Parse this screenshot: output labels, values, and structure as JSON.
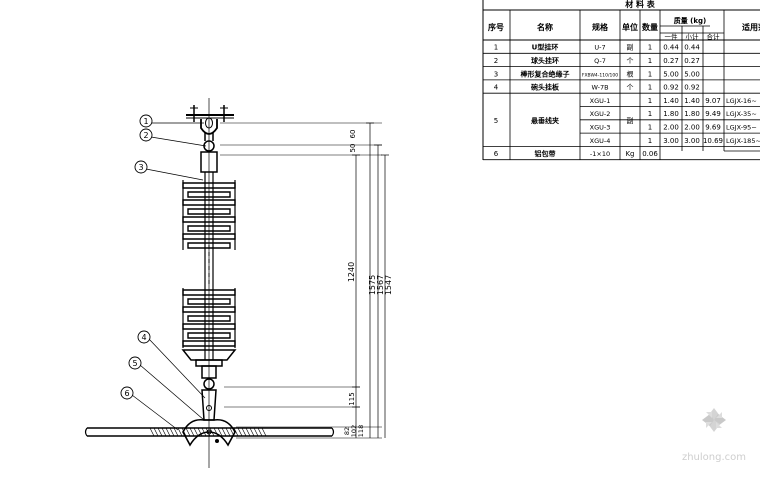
{
  "table": {
    "title": "材 料 表",
    "headers": {
      "seq": "序号",
      "name": "名称",
      "spec": "规格",
      "unit": "单位",
      "qty": "数量",
      "weight": "质量 (kg)",
      "per": "一件",
      "sub": "小计",
      "total": "合计",
      "applicable": "适用范围"
    },
    "rows": [
      {
        "seq": "1",
        "name": "U型挂环",
        "spec": "U-7",
        "unit": "副",
        "qty": "1",
        "per": "0.44",
        "sub": "0.44",
        "total": "",
        "applicable": ""
      },
      {
        "seq": "2",
        "name": "球头挂环",
        "spec": "Q-7",
        "unit": "个",
        "qty": "1",
        "per": "0.27",
        "sub": "0.27",
        "total": "",
        "applicable": ""
      },
      {
        "seq": "3",
        "name": "棒形复合绝缘子",
        "spec": "FXBW4-110/100",
        "unit": "根",
        "qty": "1",
        "per": "5.00",
        "sub": "5.00",
        "total": "",
        "applicable": ""
      },
      {
        "seq": "4",
        "name": "碗头挂板",
        "spec": "W-7B",
        "unit": "个",
        "qty": "1",
        "per": "0.92",
        "sub": "0.92",
        "total": "",
        "applicable": ""
      },
      {
        "seq": "5",
        "name": "悬垂线夹",
        "spec": "XGU-1",
        "unit": "副",
        "qty": "1",
        "per": "1.40",
        "sub": "1.40",
        "total": "9.07",
        "applicable": "LGJX-16~"
      },
      {
        "seq": "",
        "name": "",
        "spec": "XGU-2",
        "unit": "",
        "qty": "1",
        "per": "1.80",
        "sub": "1.80",
        "total": "9.49",
        "applicable": "LGJX-35~"
      },
      {
        "seq": "",
        "name": "",
        "spec": "XGU-3",
        "unit": "",
        "qty": "1",
        "per": "2.00",
        "sub": "2.00",
        "total": "9.69",
        "applicable": "LGJX-95~"
      },
      {
        "seq": "",
        "name": "",
        "spec": "XGU-4",
        "unit": "",
        "qty": "1",
        "per": "3.00",
        "sub": "3.00",
        "total": "10.69",
        "applicable": "LGJX-185~"
      },
      {
        "seq": "6",
        "name": "铝包带",
        "spec": "-1×10",
        "unit": "Kg",
        "qty": "0.06",
        "per": "",
        "sub": "",
        "total": "",
        "applicable": ""
      }
    ]
  },
  "callouts": [
    "1",
    "2",
    "3",
    "4",
    "5",
    "6"
  ],
  "dimensions": {
    "top": "50",
    "top2": "60",
    "insulator": "1240",
    "bottom1": "115",
    "bottom2": "82",
    "bottom3": "102",
    "bottom4": "118",
    "total1": "1575",
    "total2": "1567",
    "total3": "1547"
  },
  "watermark": {
    "site": "zhulong.com"
  },
  "colors": {
    "line": "#000000",
    "watermark": "#c9c9c9"
  }
}
